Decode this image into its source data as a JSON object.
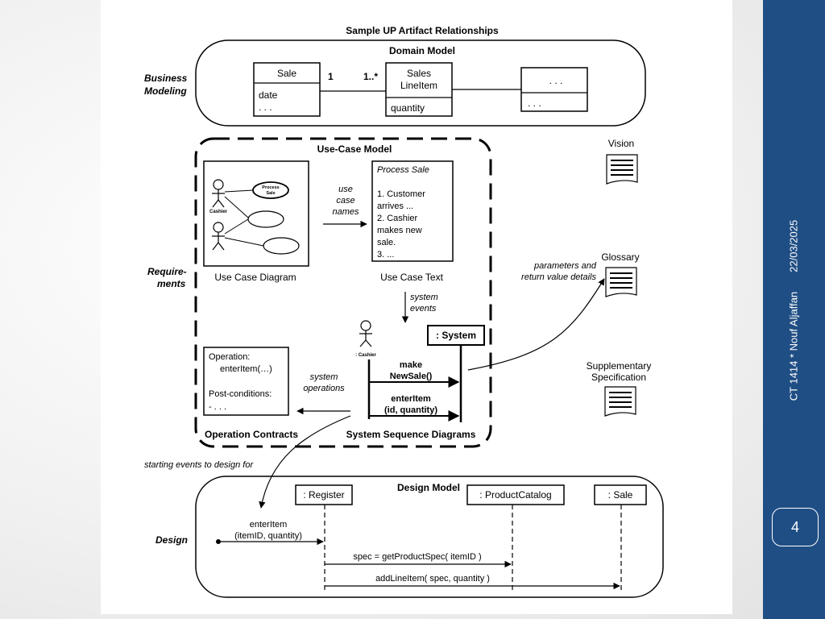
{
  "slide": {
    "footer": "CT 1414 * Nouf Aljaffan",
    "date": "22/03/2025",
    "page_number": "4",
    "sidebar_color": "#1f4e84"
  },
  "diagram": {
    "title": "Sample UP Artifact Relationships",
    "sections": {
      "business_modeling": [
        "Business",
        "Modeling"
      ],
      "requirements": [
        "Require-",
        "ments"
      ],
      "design": "Design"
    },
    "domain_model": {
      "title": "Domain Model",
      "sale_class": {
        "name": "Sale",
        "attrs": [
          "date",
          ". . ."
        ]
      },
      "mult_left": "1",
      "mult_right": "1..*",
      "lineitem_class": {
        "name": [
          "Sales",
          "LineItem"
        ],
        "attrs": [
          "quantity"
        ]
      },
      "other_class": {
        "name": ". . .",
        "attrs": [
          ". . ."
        ]
      }
    },
    "use_case_model": {
      "title": "Use-Case Model",
      "uc_diagram": {
        "actor_label": "Cashier",
        "usecase_label": [
          "Process",
          "Sale"
        ],
        "caption": "Use Case Diagram"
      },
      "uc_names_label": [
        "use",
        "case",
        "names"
      ],
      "uc_text": {
        "title": "Process Sale",
        "lines": [
          "1. Customer",
          "arrives ...",
          "2. Cashier",
          "makes new",
          "sale.",
          "3. ..."
        ],
        "caption": "Use Case Text"
      },
      "system_events_label": [
        "system",
        "events"
      ],
      "ssd": {
        "actor_label": ": Cashier",
        "system_label": ": System",
        "msg1": [
          "make",
          "NewSale()"
        ],
        "msg2": [
          "enterItem",
          "(id, quantity)"
        ],
        "caption": "System Sequence Diagrams"
      },
      "system_operations_label": [
        "system",
        "operations"
      ],
      "contract": {
        "lines": [
          "Operation:",
          "enterItem(…)",
          "Post-conditions:",
          "- . . ."
        ],
        "caption": "Operation Contracts"
      }
    },
    "documents": {
      "vision": "Vision",
      "glossary": "Glossary",
      "supplementary": [
        "Supplementary",
        "Specification"
      ],
      "glossary_arrow_label": [
        "parameters and",
        "return value details"
      ]
    },
    "starting_events_label": "starting events to design for",
    "design_model": {
      "title": "Design Model",
      "register": ": Register",
      "catalog": ": ProductCatalog",
      "sale": ": Sale",
      "msg_in": [
        "enterItem",
        "(itemID, quantity)"
      ],
      "msg_spec": "spec = getProductSpec( itemID )",
      "msg_add": "addLineItem( spec, quantity )"
    }
  }
}
